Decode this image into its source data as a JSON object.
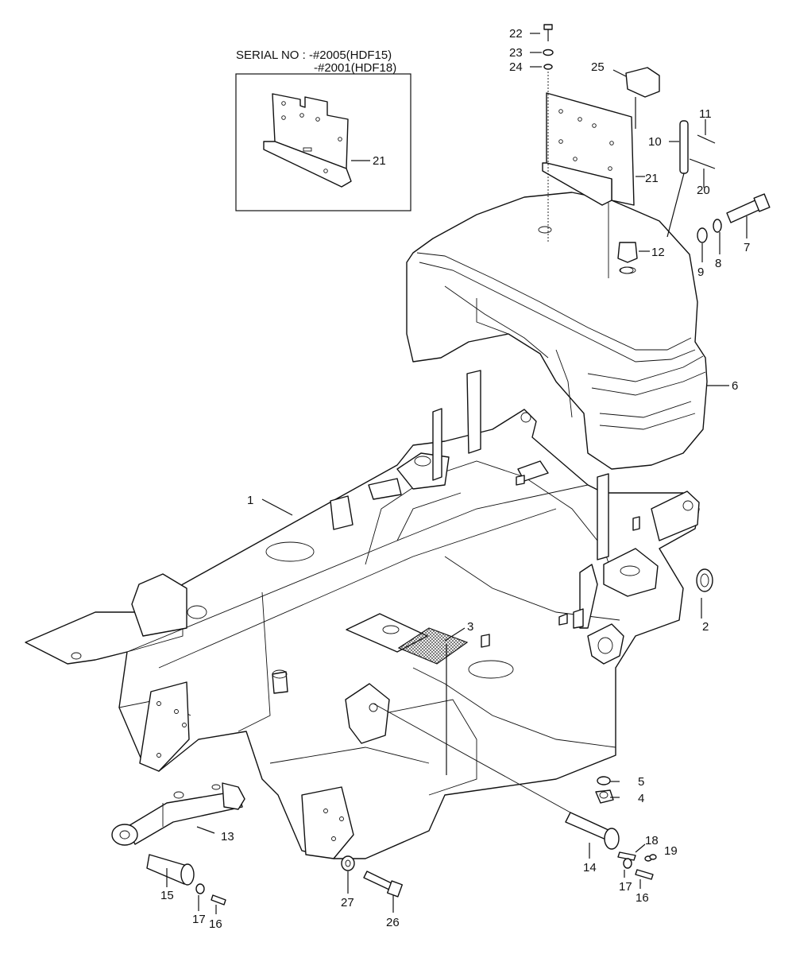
{
  "inset": {
    "serial_label": "SERIAL NO : -#2005(HDF15)",
    "serial_label_2": "-#2001(HDF18)"
  },
  "callouts": {
    "c1": "1",
    "c2": "2",
    "c3": "3",
    "c4": "4",
    "c5": "5",
    "c6": "6",
    "c7": "7",
    "c8": "8",
    "c9": "9",
    "c10": "10",
    "c11": "11",
    "c12": "12",
    "c13": "13",
    "c14": "14",
    "c15": "15",
    "c16a": "16",
    "c16b": "16",
    "c17a": "17",
    "c17b": "17",
    "c18": "18",
    "c19": "19",
    "c20": "20",
    "c21a": "21",
    "c21b": "21",
    "c22": "22",
    "c23": "23",
    "c24": "24",
    "c25": "25",
    "c26": "26",
    "c27": "27"
  }
}
